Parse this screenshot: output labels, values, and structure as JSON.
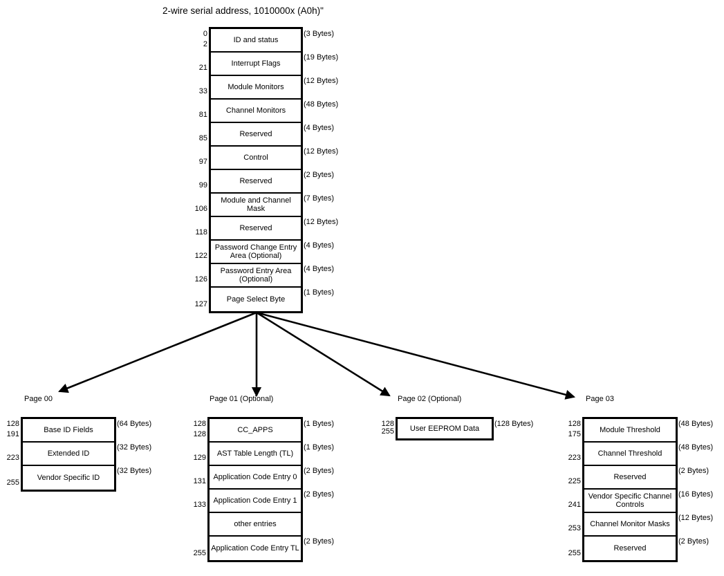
{
  "title": "2-wire serial address, 1010000x (A0h)\"",
  "colors": {
    "ink": "#000000",
    "background": "#ffffff"
  },
  "main_table": {
    "rows": [
      {
        "start": "0",
        "end": "2",
        "label": "ID and status",
        "bytes": "(3 Bytes)"
      },
      {
        "end": "21",
        "label": "Interrupt Flags",
        "bytes": "(19 Bytes)"
      },
      {
        "end": "33",
        "label": "Module Monitors",
        "bytes": "(12 Bytes)"
      },
      {
        "end": "81",
        "label": "Channel Monitors",
        "bytes": "(48 Bytes)"
      },
      {
        "end": "85",
        "label": "Reserved",
        "bytes": "(4 Bytes)"
      },
      {
        "end": "97",
        "label": "Control",
        "bytes": "(12 Bytes)"
      },
      {
        "end": "99",
        "label": "Reserved",
        "bytes": "(2 Bytes)"
      },
      {
        "end": "106",
        "label": "Module and Channel Mask",
        "bytes": "(7 Bytes)"
      },
      {
        "end": "118",
        "label": "Reserved",
        "bytes": "(12 Bytes)"
      },
      {
        "end": "122",
        "label": "Password Change Entry Area (Optional)",
        "bytes": "(4 Bytes)"
      },
      {
        "end": "126",
        "label": "Password Entry Area (Optional)",
        "bytes": "(4 Bytes)"
      },
      {
        "end": "127",
        "label": "Page Select Byte",
        "bytes": "(1 Bytes)"
      }
    ]
  },
  "pages": [
    {
      "label": "Page 00",
      "rows": [
        {
          "start": "128",
          "end": "191",
          "label": "Base ID Fields",
          "bytes": "(64 Bytes)"
        },
        {
          "end": "223",
          "label": "Extended ID",
          "bytes": "(32 Bytes)"
        },
        {
          "end": "255",
          "label": "Vendor Specific ID",
          "bytes": "(32 Bytes)"
        }
      ]
    },
    {
      "label": "Page 01 (Optional)",
      "rows": [
        {
          "start": "128",
          "end": "128",
          "label": "CC_APPS",
          "bytes": "(1 Bytes)"
        },
        {
          "end": "129",
          "label": "AST Table Length (TL)",
          "bytes": "(1 Bytes)"
        },
        {
          "end": "131",
          "label": "Application Code Entry 0",
          "bytes": "(2 Bytes)"
        },
        {
          "end": "133",
          "label": "Application Code Entry 1",
          "bytes": "(2 Bytes)"
        },
        {
          "label": "other entries"
        },
        {
          "end": "255",
          "label": "Application Code Entry TL",
          "bytes": "(2 Bytes)"
        }
      ]
    },
    {
      "label": "Page 02 (Optional)",
      "rows": [
        {
          "start": "128",
          "end": "255",
          "label": "User EEPROM Data",
          "bytes": "(128 Bytes)"
        }
      ]
    },
    {
      "label": "Page 03",
      "rows": [
        {
          "start": "128",
          "end": "175",
          "label": "Module Threshold",
          "bytes": "(48 Bytes)"
        },
        {
          "end": "223",
          "label": "Channel Threshold",
          "bytes": "(48 Bytes)"
        },
        {
          "end": "225",
          "label": "Reserved",
          "bytes": "(2 Bytes)"
        },
        {
          "end": "241",
          "label": "Vendor Specific Channel Controls",
          "bytes": "(16 Bytes)"
        },
        {
          "end": "253",
          "label": "Channel Monitor Masks",
          "bytes": "(12 Bytes)"
        },
        {
          "end": "255",
          "label": "Reserved",
          "bytes": "(2 Bytes)"
        }
      ]
    }
  ]
}
